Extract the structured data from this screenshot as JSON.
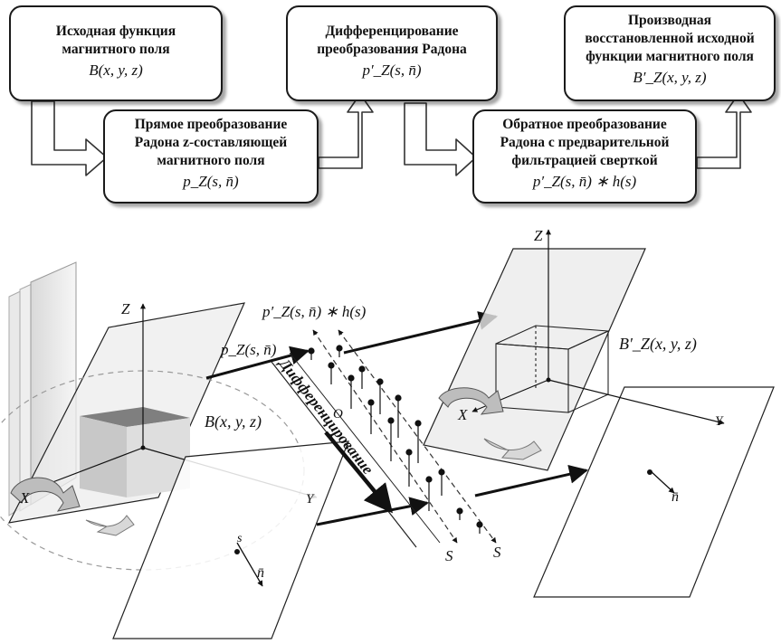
{
  "flowchart": {
    "box1": {
      "title": "Исходная функция\nмагнитного поля",
      "formula": "B(x, y, z)"
    },
    "box2": {
      "title": "Прямое преобразование\nРадона z-составляющей\nмагнитного поля",
      "formula": "p_Z(s, n̄)"
    },
    "box3": {
      "title": "Дифференцирование\nпреобразования Радона",
      "formula": "p′_Z(s, n̄)"
    },
    "box4": {
      "title": "Обратное преобразование\nРадона с предварительной\nфильтрацией сверткой",
      "formula": "p′_Z(s, n̄) ∗ h(s)"
    },
    "box5": {
      "title": "Производная\nвосстановленной исходной\nфункции магнитного поля",
      "formula": "B′_Z(x, y, z)"
    }
  },
  "illustration": {
    "left_axis_z": "Z",
    "left_axis_x": "X",
    "left_axis_y": "Y",
    "label_B": "B(x, y, z)",
    "label_pz": "p_Z(s, n̄)",
    "label_pz_conv": "p′_Z(s, n̄) ∗ h(s)",
    "label_O": "O",
    "label_s_small": "s",
    "label_n_left": "n̄",
    "label_S1": "S",
    "label_S2": "S",
    "rotated_text": "Дифференцирование",
    "right_axis_z": "Z",
    "right_axis_x": "X",
    "right_axis_y": "Y",
    "label_Bz": "B′_Z(x, y, z)",
    "label_n_right": "n̄"
  }
}
